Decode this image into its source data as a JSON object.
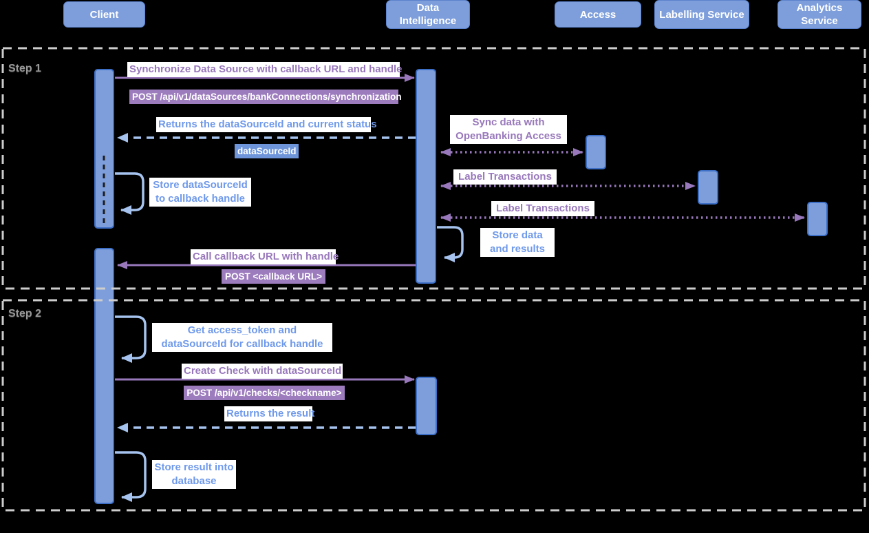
{
  "colors": {
    "background": "#000000",
    "actor_fill": "#7d9edb",
    "actor_border": "#5b82cd",
    "activation_border": "#3d6fc7",
    "purple_text": "#9878bb",
    "purple_fill": "#9d7cbe",
    "blue_text": "#6f99ea",
    "blue_fill": "#6e95da",
    "light_blue_arrow": "#a5c3ee",
    "frame_dash": "#cdcdcd",
    "step_label": "#979797"
  },
  "actors": [
    {
      "id": "client",
      "label": "Client"
    },
    {
      "id": "data-intelligence",
      "label": "Data Intelligence"
    },
    {
      "id": "access",
      "label": "Access"
    },
    {
      "id": "labelling-service",
      "label": "Labelling Service"
    },
    {
      "id": "analytics-service",
      "label": "Analytics Service"
    }
  ],
  "steps": [
    {
      "label": "Step 1"
    },
    {
      "label": "Step 2"
    }
  ],
  "messages": {
    "sync_data_source": "Synchronize Data Source with callback URL and handle",
    "sync_endpoint": "POST /api/v1/dataSources/bankConnections/synchronization",
    "returns_datasource": "Returns the dataSourceId and current status",
    "datasource_id": "dataSourceId",
    "store_datasource": "Store dataSourceId to callback handle",
    "sync_openbanking": "Sync data with OpenBanking Access",
    "label_transactions_1": "Label Transactions",
    "label_transactions_2": "Label Transactions",
    "store_data_results": "Store data and results",
    "call_callback": "Call callback URL with handle",
    "callback_endpoint": "POST <callback URL>",
    "get_access_token": "Get access_token and dataSourceId for callback handle",
    "create_check": "Create Check with dataSourceId",
    "check_endpoint": "POST /api/v1/checks/<checkname>",
    "returns_result": "Returns the result",
    "store_result": "Store result into database"
  }
}
